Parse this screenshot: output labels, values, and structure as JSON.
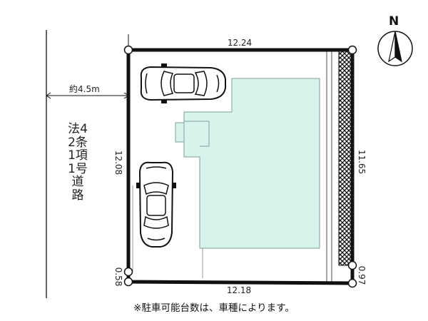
{
  "site_plan": {
    "dimensions": {
      "top": "12.24",
      "bottom": "12.18",
      "left": "12.08",
      "right": "11.65",
      "bottom_left_offset": "0.58",
      "bottom_right_offset": "0.97"
    },
    "road_width": "約4.5m",
    "road_type": "法42条1項1号道路",
    "compass": "N",
    "note": "※駐車可能台数は、車種によります。",
    "colors": {
      "building_fill": "#d7f3ec",
      "outline": "#111111"
    },
    "icons": [
      "car-icon",
      "car-icon",
      "north-arrow-icon"
    ]
  }
}
